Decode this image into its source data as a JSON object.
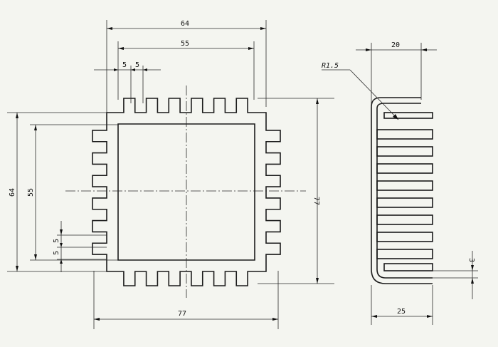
{
  "dimensions": {
    "top_outer": "64",
    "top_inner": "55",
    "fin_width": "5",
    "fin_gap": "5",
    "left_outer": "64",
    "left_inner": "55",
    "left_fin_a": "5",
    "left_fin_b": "5",
    "right_height": "77",
    "bottom_width": "77",
    "side_width_top": "20",
    "side_width_bottom": "25",
    "side_thickness": "3",
    "bend_radius": "R1.5"
  },
  "colors": {
    "paper": "#f4f5f0",
    "ink": "#1b1b1b"
  }
}
